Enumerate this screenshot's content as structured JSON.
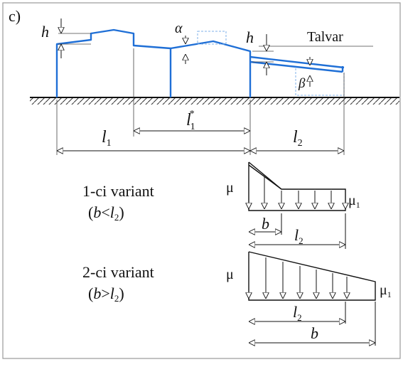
{
  "panel_label": "c)",
  "roof_label": "Talvar",
  "symbols": {
    "h": "h",
    "alpha": "α",
    "beta": "β",
    "l": "l",
    "sub_1": "1",
    "sub_2": "2",
    "star": "*",
    "mu": "μ",
    "b": "b"
  },
  "variant1": {
    "title": "1-ci variant",
    "cond_open": "(",
    "cond_var": "b",
    "cond_op": "<",
    "cond_l": "l",
    "cond_sub": "2",
    "cond_close": ")"
  },
  "variant2": {
    "title": "2-ci variant",
    "cond_open": "(",
    "cond_var": "b",
    "cond_op": ">",
    "cond_l": "l",
    "cond_sub": "2",
    "cond_close": ")"
  },
  "colors": {
    "frame": "#9a9a9a",
    "outline": "#1f6fd6",
    "ink": "#111111",
    "dashed": "#7fb0e8"
  }
}
